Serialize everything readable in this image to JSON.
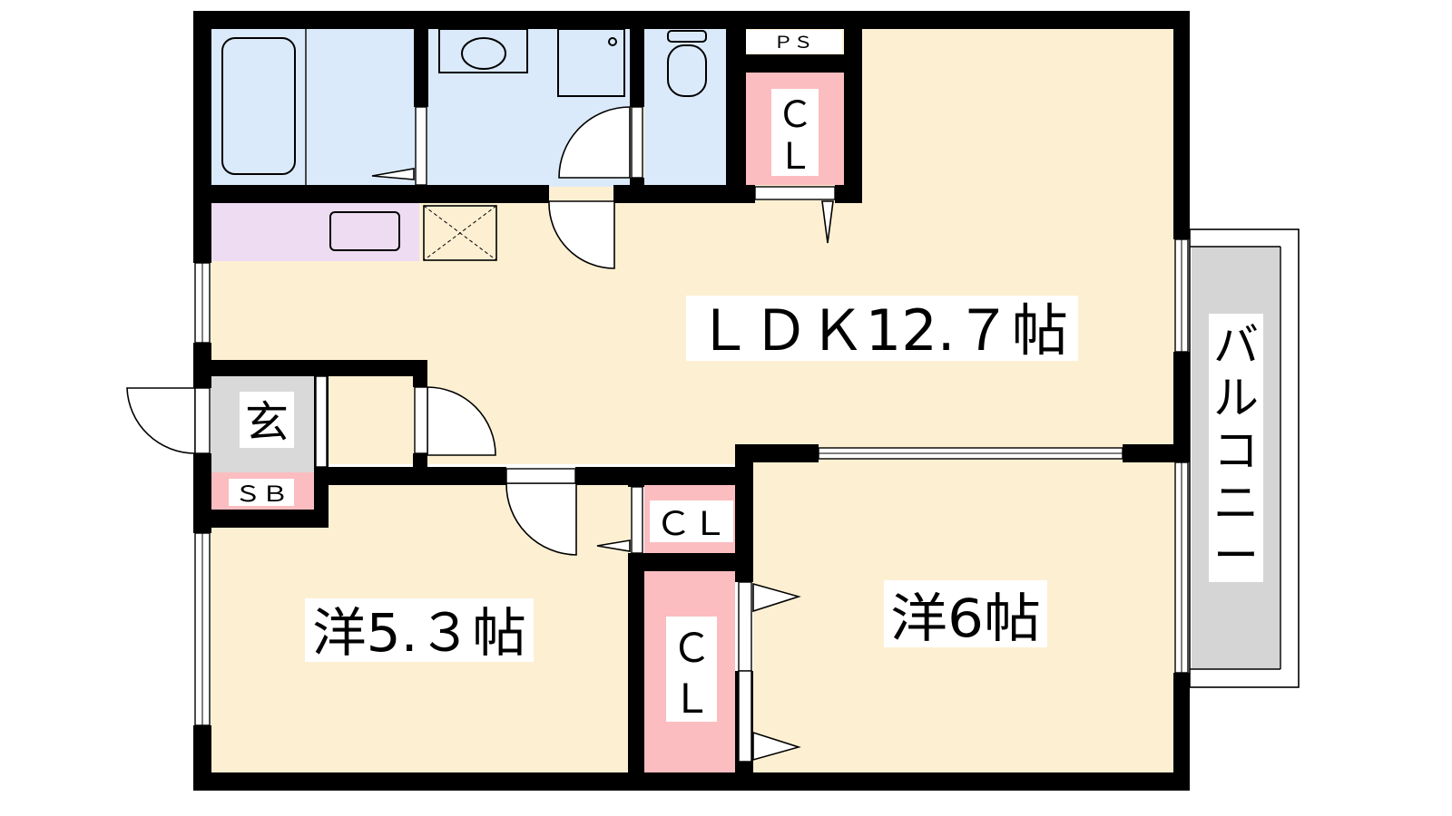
{
  "floorplan": {
    "colors": {
      "living": "#fdf0d2",
      "wet": "#dbeafa",
      "closet": "#fbbdc0",
      "entrance": "#d9d9d9",
      "kitchen": "#eddcf2",
      "balcony": "#d5d5d5",
      "wall": "#000000"
    },
    "rooms": {
      "ldk": "ＬＤＫ12.７帖",
      "western_a": "洋5.３帖",
      "western_b": "洋6帖",
      "entrance": "玄",
      "shoe_box": "ＳＢ",
      "closet_top": [
        "Ｃ",
        "Ｌ"
      ],
      "closet_mid": "ＣＬ",
      "closet_bottom": [
        "Ｃ",
        "Ｌ"
      ],
      "pipe_space": "ＰＳ",
      "balcony": [
        "バ",
        "ル",
        "コ",
        "ニ",
        "ー"
      ]
    }
  }
}
